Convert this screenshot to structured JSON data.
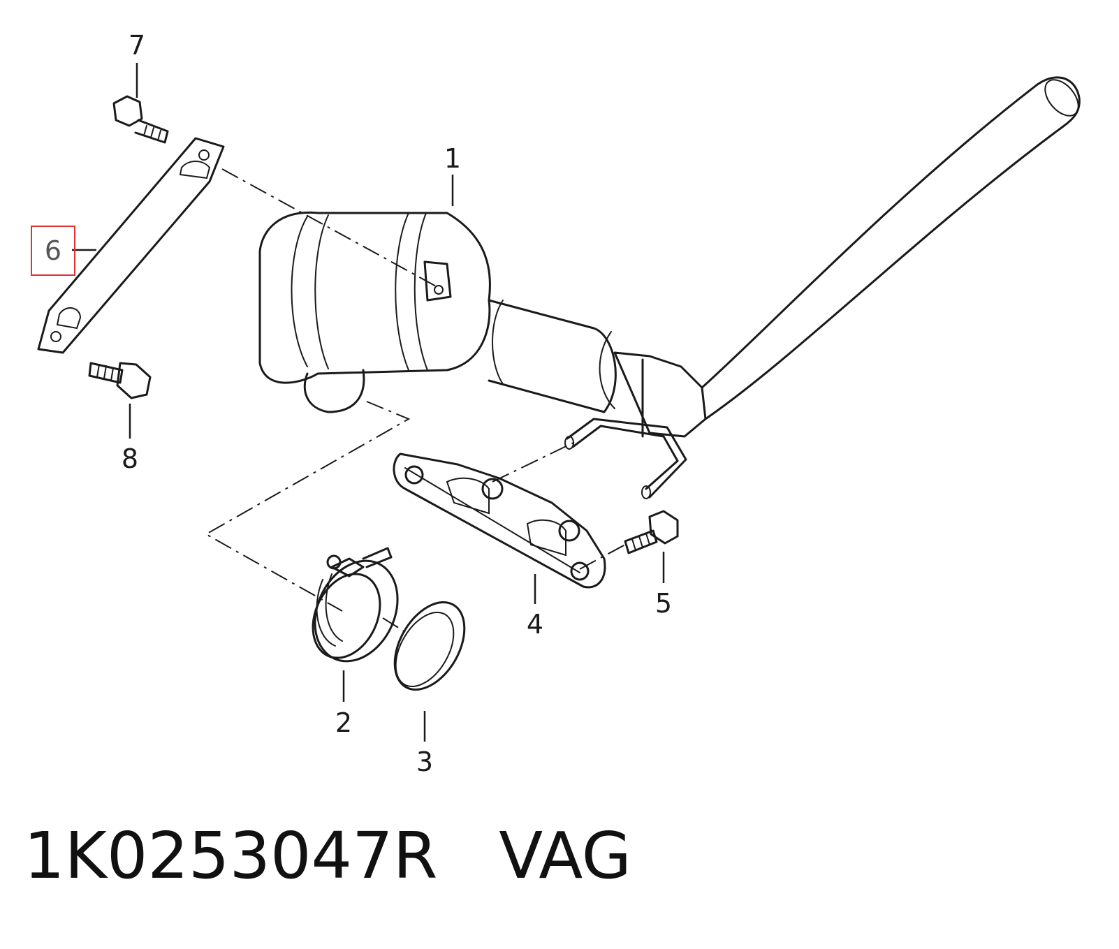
{
  "callouts": {
    "c1": "1",
    "c2": "2",
    "c3": "3",
    "c4": "4",
    "c5": "5",
    "c6": "6",
    "c7": "7",
    "c8": "8"
  },
  "highlighted_callout": "6",
  "highlight_color": "#e03030",
  "footer": {
    "part_number": "1K0253047R",
    "brand": "VAG"
  }
}
